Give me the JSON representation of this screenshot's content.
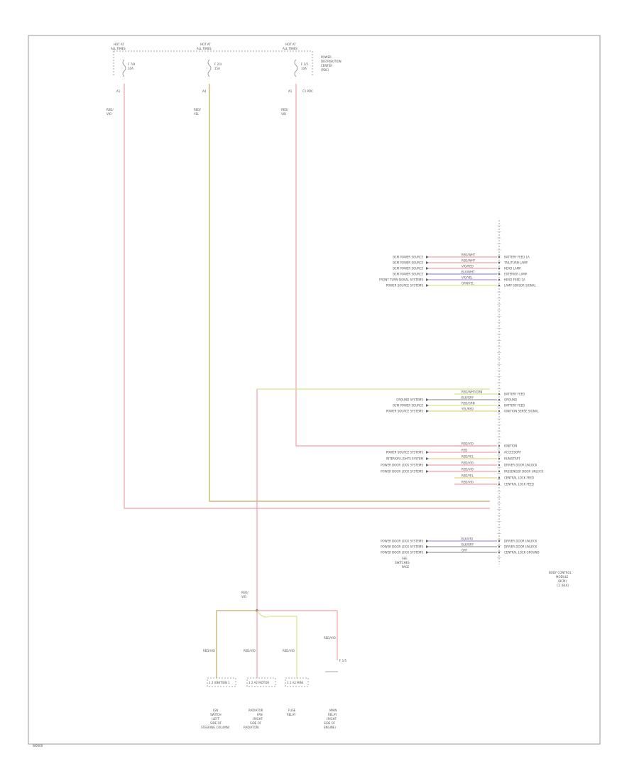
{
  "fuses": [
    {
      "box": "HOT AT",
      "loc": "ALL TIMES",
      "fuse": "F 7/8",
      "amps": "10A",
      "pin": "A1"
    },
    {
      "box": "HOT AT",
      "loc": "ALL TIMES",
      "fuse": "F 2/4",
      "amps": "15A",
      "pin": "A4"
    },
    {
      "box": "HOT AT",
      "loc": "ALL TIMES",
      "fuse": "F 1/5",
      "amps": "10A",
      "pin": "A1"
    }
  ],
  "fuse_box_label": [
    "POWER",
    "DISTRIBUTION",
    "CENTER",
    "(PDC)"
  ],
  "fuse_wire_labels": [
    {
      "code": "RED/",
      "color": "VIO"
    },
    {
      "code": "RED/",
      "color": "YEL"
    },
    {
      "code": "RED/",
      "color": "VIO"
    }
  ],
  "fuse_side_label": "C1 PDC",
  "connector_rows_top": [
    {
      "left": "BCM POWER SOURCE",
      "wire": "RED/WHT",
      "right": "BATTERY FEED 1A"
    },
    {
      "left": "BCM POWER SOURCE",
      "wire": "RED/WHT",
      "right": "TAIL/TURN LAMP"
    },
    {
      "left": "BCM POWER SOURCE",
      "wire": "VIO/RED",
      "right": "HEAD LAMP"
    },
    {
      "left": "BCM POWER SOURCE",
      "wire": "BLU/WHT",
      "right": "EXTERIOR LAMP"
    },
    {
      "left": "FRONT TURN SIGNAL SYSTEMS",
      "wire": "VIO/YEL",
      "right": "HEAD FEED 1A"
    },
    {
      "left": "POWER SOURCE SYSTEMS",
      "wire": "GRN/YEL",
      "right": "LAMP SENSOR SIGNAL"
    }
  ],
  "connector_rows_mid": [
    {
      "left": "",
      "wire": "RED/WHT/GRN",
      "right": "BATTERY FEED"
    },
    {
      "left": "GROUND SYSTEMS",
      "wire": "BLK/GRY",
      "right": "GROUND"
    },
    {
      "left": "BCM POWER SOURCE",
      "wire": "RED/GRN",
      "right": "BATTERY FEED"
    },
    {
      "left": "POWER SOURCE SYSTEMS",
      "wire": "YEL/RED",
      "right": "IGNITION SENSE SIGNAL"
    }
  ],
  "connector_rows_low": [
    {
      "left": "",
      "wire": "RED/VIO",
      "right": "IGNITION"
    },
    {
      "left": "POWER SOURCE SYSTEMS",
      "wire": "RED",
      "right": "ACCESSORY"
    },
    {
      "left": "INTERIOR LIGHTS SYSTEM",
      "wire": "RED/YEL",
      "right": "RUN/START"
    },
    {
      "left": "POWER DOOR LOCK SYSTEMS",
      "wire": "RED/VIO",
      "right": "DRIVER DOOR UNLOCK"
    },
    {
      "left": "POWER DOOR LOCK SYSTEMS",
      "wire": "RED/VIO",
      "right": "PASSENGER DOOR UNLOCK"
    },
    {
      "left": "",
      "wire": "RED/YEL",
      "right": "CENTRAL LOCK FEED"
    },
    {
      "left": "",
      "wire": "RED/VIO",
      "right": "CENTRAL LOCK FEED"
    }
  ],
  "connector_rows_bottom": [
    {
      "left": "POWER DOOR LOCK SYSTEMS",
      "wire": "BLK/VIO",
      "right": "DRIVER DOOR UNLOCK"
    },
    {
      "left": "POWER DOOR LOCK SYSTEMS",
      "wire": "BLK/GRY",
      "right": "DRIVER DOOR UNLOCK"
    },
    {
      "left": "POWER DOOR LOCK SYSTEMS",
      "wire": "GRY",
      "right": "CENTRAL LOCK GROUND"
    }
  ],
  "bottom_row_tail": [
    "SEE",
    "SWITCHES",
    "PAGE"
  ],
  "module_label": [
    "BODY CONTROL",
    "MODULE",
    "(BCM)",
    "C1 (BLK)"
  ],
  "splice_wire": {
    "code": "RED/",
    "color": "VIO"
  },
  "components": [
    {
      "pins": "1 2  IGNITION 1",
      "name": [
        "IGN",
        "SWITCH",
        "(LEFT",
        "SIDE OF",
        "STEERING COLUMN)"
      ],
      "wire": "RED/VIO"
    },
    {
      "pins": "1 2  A2 MOTOR",
      "name": [
        "RADIATOR",
        "FAN",
        "(RIGHT",
        "SIDE OF",
        "RADIATOR)"
      ],
      "wire": "RED/VIO"
    },
    {
      "pins": "1 2  A2 MINI",
      "name": [
        "FUSE",
        "RELAY"
      ],
      "wire": "RED/VIO"
    },
    {
      "pins": "F 1/5",
      "name": [
        "MAIN",
        "RELAY",
        "(RIGHT",
        "SIDE OF",
        "ENGINE)"
      ],
      "wire": "RED/VIO"
    }
  ],
  "footer_code": "W0000"
}
